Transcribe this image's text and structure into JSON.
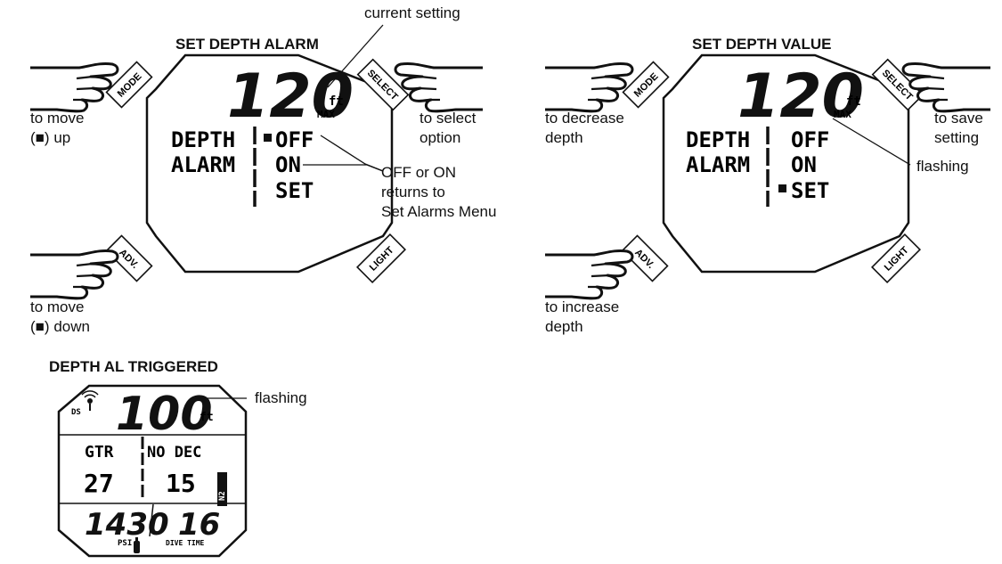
{
  "panel1": {
    "title": "SET DEPTH ALARM",
    "depth_value": "120",
    "unit": "ft",
    "max_label": "MAX",
    "row_label_1": "DEPTH",
    "row_label_2": "ALARM",
    "option_off": "OFF",
    "option_on": "ON",
    "option_set": "SET",
    "selected_option": "OFF",
    "callout_current": "current setting",
    "mode_hint": [
      "to move",
      "(■) up"
    ],
    "adv_hint": [
      "to move",
      "(■) down"
    ],
    "select_hint": [
      "to select",
      "option"
    ],
    "offon_note": [
      "OFF or ON",
      "returns to",
      "Set Alarms Menu"
    ]
  },
  "panel2": {
    "title": "SET DEPTH VALUE",
    "depth_value": "120",
    "unit": "ft",
    "max_label": "MAX",
    "row_label_1": "DEPTH",
    "row_label_2": "ALARM",
    "option_off": "OFF",
    "option_on": "ON",
    "option_set": "SET",
    "selected_option": "SET",
    "mode_hint": [
      "to decrease",
      "depth"
    ],
    "adv_hint": [
      "to increase",
      "depth"
    ],
    "select_hint": [
      "to save",
      "setting"
    ],
    "flashing_label": "flashing"
  },
  "panel3": {
    "title": "DEPTH AL TRIGGERED",
    "depth_value": "100",
    "unit": "ft",
    "ds_label": "DS",
    "gtr_label": "GTR",
    "nodec_label": "NO DEC",
    "gtr_value": "27",
    "nodec_value": "15",
    "n2_label": "N2",
    "pressure_value": "1430",
    "psi_label": "PSI",
    "dive_time_value": "16",
    "dive_time_label": "DIVE TIME",
    "flashing_label": "flashing"
  },
  "buttons": {
    "mode": "MODE",
    "select": "SELECT",
    "adv": "ADV.",
    "light": "LIGHT"
  }
}
